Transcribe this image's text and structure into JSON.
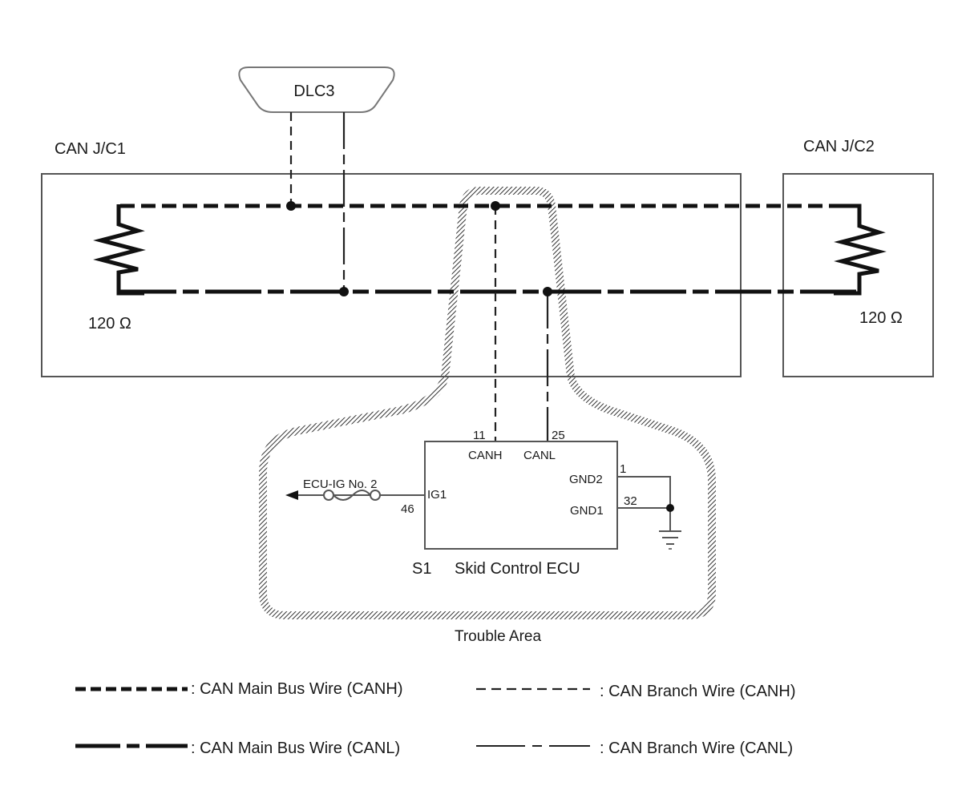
{
  "diagram": {
    "title": "CAN bus wiring - Skid Control ECU trouble area",
    "dlc": {
      "label": "DLC3"
    },
    "junction1": {
      "label": "CAN J/C1",
      "resistor": "120 Ω"
    },
    "junction2": {
      "label": "CAN J/C2",
      "resistor": "120 Ω"
    },
    "ecu": {
      "id": "S1",
      "name": "Skid Control ECU",
      "pins": {
        "canh": {
          "number": "11",
          "name": "CANH"
        },
        "canl": {
          "number": "25",
          "name": "CANL"
        },
        "gnd2": {
          "number": "1",
          "name": "GND2"
        },
        "gnd1": {
          "number": "32",
          "name": "GND1"
        },
        "ig1": {
          "number": "46",
          "name": "IG1"
        }
      },
      "fuse": "ECU-IG No. 2"
    },
    "trouble_area": "Trouble Area",
    "legend": [
      {
        "symbol": "main-canh",
        "label": ": CAN Main Bus Wire (CANH)"
      },
      {
        "symbol": "branch-canh",
        "label": ": CAN Branch Wire (CANH)"
      },
      {
        "symbol": "main-canl",
        "label": ": CAN Main Bus Wire (CANL)"
      },
      {
        "symbol": "branch-canl",
        "label": ": CAN Branch Wire (CANL)"
      }
    ],
    "colors": {
      "line": "#111111",
      "box": "#555555",
      "hatch": "#333333"
    }
  }
}
